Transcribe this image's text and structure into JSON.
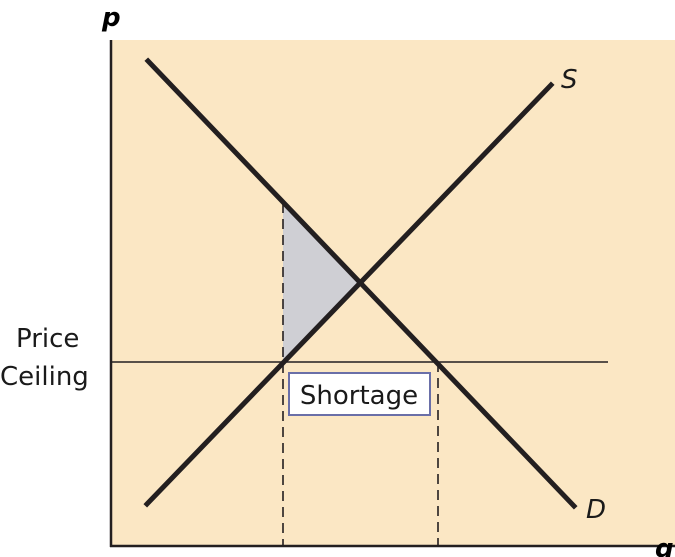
{
  "axes": {
    "y_label": "p",
    "x_label": "q"
  },
  "curves": {
    "supply_label": "S",
    "demand_label": "D"
  },
  "price_ceiling": {
    "line1": "Price",
    "line2": "Ceiling"
  },
  "shortage": {
    "label": "Shortage"
  },
  "colors": {
    "background": "#fbe7c4",
    "curve": "#231f20",
    "deadweight_fill": "#cfcfd4",
    "box_border": "#6a6fa8",
    "box_fill": "#ffffff"
  }
}
